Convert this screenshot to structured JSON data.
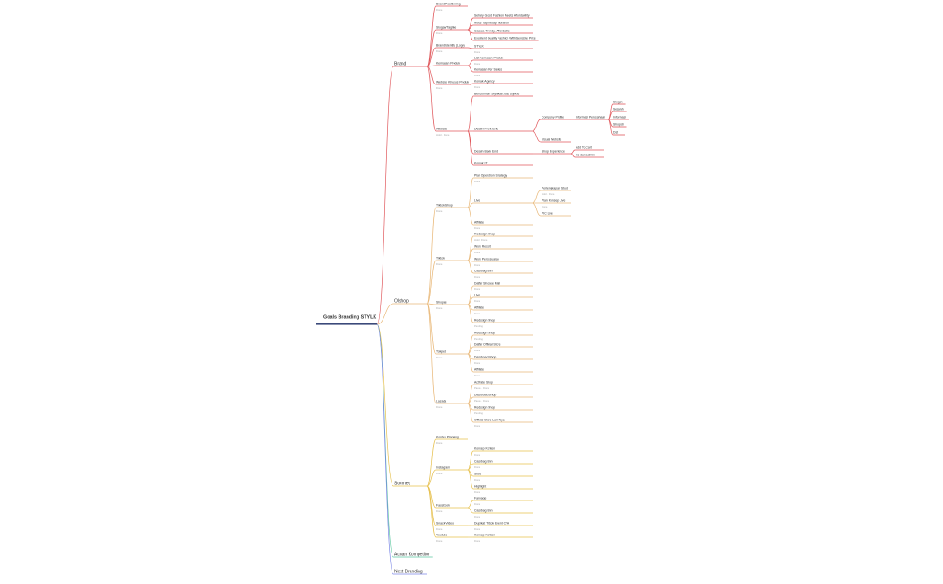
{
  "root": {
    "label": "Goals Branding STYLK"
  },
  "colors": {
    "brand": "#e0585c",
    "olshop": "#e9b97a",
    "socmed": "#e6c04e",
    "acuan": "#5ec9a0",
    "next": "#7b87e6",
    "root_bar": "#3b4a7a",
    "root_line": "#8fa0d8"
  },
  "branches": [
    {
      "id": "brand",
      "label": "Brand",
      "color": "#e0585c"
    },
    {
      "id": "olshop",
      "label": "Olshop",
      "color": "#e9b97a"
    },
    {
      "id": "socmed",
      "label": "Socmed",
      "color": "#e6c04e"
    },
    {
      "id": "acuan",
      "label": "Acuan Kompetitor",
      "color": "#5ec9a0"
    },
    {
      "id": "next",
      "label": "Next Branding",
      "color": "#7b87e6"
    }
  ],
  "nodes": [
    {
      "id": "b1",
      "branch": "brand",
      "parent": "brand",
      "label": "Brand Positioning",
      "sub": "Done"
    },
    {
      "id": "b2",
      "branch": "brand",
      "parent": "brand",
      "label": "Slogan/Tagline",
      "sub": "Done"
    },
    {
      "id": "b2a",
      "branch": "brand",
      "parent": "b2",
      "label": "Sehary Good Fashion Meets Affordability"
    },
    {
      "id": "b2b",
      "branch": "brand",
      "parent": "b2",
      "label": "Mode Tapi Tetap Murahan"
    },
    {
      "id": "b2c",
      "branch": "brand",
      "parent": "b2",
      "label": "Casual, Trendy, Affordable"
    },
    {
      "id": "b2d",
      "branch": "brand",
      "parent": "b2",
      "label": "Excellent Quality Fashion With Sensible Price"
    },
    {
      "id": "b3",
      "branch": "brand",
      "parent": "brand",
      "label": "Brand Identity (Logo)",
      "sub": "Done"
    },
    {
      "id": "b3a",
      "branch": "brand",
      "parent": "b3",
      "label": "STYLK",
      "sub": "Done"
    },
    {
      "id": "b4",
      "branch": "brand",
      "parent": "brand",
      "label": "Kemasan Produk",
      "sub": ""
    },
    {
      "id": "b4a",
      "branch": "brand",
      "parent": "b4",
      "label": "List Kemasan Produk",
      "sub": "Done"
    },
    {
      "id": "b4b",
      "branch": "brand",
      "parent": "b4",
      "label": "Kemasan Per Series",
      "sub": "Done"
    },
    {
      "id": "b5",
      "branch": "brand",
      "parent": "brand",
      "label": "Website Khusus Produk",
      "sub": "Done"
    },
    {
      "id": "b5a",
      "branch": "brand",
      "parent": "b5",
      "label": "Kontak Agency",
      "sub": "Done"
    },
    {
      "id": "b6",
      "branch": "brand",
      "parent": "brand",
      "label": "Website",
      "sub": "Hold · Done"
    },
    {
      "id": "b6a",
      "branch": "brand",
      "parent": "b6",
      "label": "Beli Domain Stylekah.id & stylk.id"
    },
    {
      "id": "b6b",
      "branch": "brand",
      "parent": "b6",
      "label": "Desain Front End"
    },
    {
      "id": "b6b1",
      "branch": "brand",
      "parent": "b6b",
      "label": "Company Profile"
    },
    {
      "id": "b6b1a",
      "branch": "brand",
      "parent": "b6b1",
      "label": "Informasi Perusahaan"
    },
    {
      "id": "b6b1a1",
      "branch": "brand",
      "parent": "b6b1a",
      "label": "Slogan"
    },
    {
      "id": "b6b1a2",
      "branch": "brand",
      "parent": "b6b1a",
      "label": "Sejarah"
    },
    {
      "id": "b6b1a3",
      "branch": "brand",
      "parent": "b6b1a",
      "label": "Informasi"
    },
    {
      "id": "b6b1a4",
      "branch": "brand",
      "parent": "b6b1a",
      "label": "Shop di"
    },
    {
      "id": "b6b1a5",
      "branch": "brand",
      "parent": "b6b1a",
      "label": "Dst"
    },
    {
      "id": "b6b2",
      "branch": "brand",
      "parent": "b6b",
      "label": "Visual Website"
    },
    {
      "id": "b6c",
      "branch": "brand",
      "parent": "b6",
      "label": "Desain Back End"
    },
    {
      "id": "b6c1",
      "branch": "brand",
      "parent": "b6c",
      "label": "Shop Experience"
    },
    {
      "id": "b6c1a",
      "branch": "brand",
      "parent": "b6c1",
      "label": "Add To Cart"
    },
    {
      "id": "b6c1b",
      "branch": "brand",
      "parent": "b6c1",
      "label": "Cs dan admin"
    },
    {
      "id": "b6d",
      "branch": "brand",
      "parent": "b6",
      "label": "Kontak IT"
    },
    {
      "id": "o1",
      "branch": "olshop",
      "parent": "olshop",
      "label": "Tiktok Shop",
      "sub": "Done"
    },
    {
      "id": "o1a",
      "branch": "olshop",
      "parent": "o1",
      "label": "Plan Operation Strategy",
      "sub": "Done"
    },
    {
      "id": "o1b",
      "branch": "olshop",
      "parent": "o1",
      "label": "Live"
    },
    {
      "id": "o1b1",
      "branch": "olshop",
      "parent": "o1b",
      "label": "Perlengkapan Studi",
      "sub": "Hold · Done"
    },
    {
      "id": "o1b2",
      "branch": "olshop",
      "parent": "o1b",
      "label": "Plan Konsep Live",
      "sub": "Done"
    },
    {
      "id": "o1b3",
      "branch": "olshop",
      "parent": "o1b",
      "label": "PIC Live"
    },
    {
      "id": "o1c",
      "branch": "olshop",
      "parent": "o1",
      "label": "Affiliate",
      "sub": "Done"
    },
    {
      "id": "o2",
      "branch": "olshop",
      "parent": "olshop",
      "label": "Tiktok",
      "sub": "Done"
    },
    {
      "id": "o2a",
      "branch": "olshop",
      "parent": "o2",
      "label": "Redesign Shop",
      "sub": "Hold · Done"
    },
    {
      "id": "o2b",
      "branch": "olshop",
      "parent": "o2",
      "label": "Work Resort",
      "sub": "Done"
    },
    {
      "id": "o2c",
      "branch": "olshop",
      "parent": "o2",
      "label": "Work Persesuaian",
      "sub": "Done"
    },
    {
      "id": "o2d",
      "branch": "olshop",
      "parent": "o2",
      "label": "Cashbag Bnn",
      "sub": "Done"
    },
    {
      "id": "o3",
      "branch": "olshop",
      "parent": "olshop",
      "label": "Shopee",
      "sub": "Done"
    },
    {
      "id": "o3a",
      "branch": "olshop",
      "parent": "o3",
      "label": "Daftar Shopee Mall",
      "sub": "Done"
    },
    {
      "id": "o3b",
      "branch": "olshop",
      "parent": "o3",
      "label": "Live",
      "sub": "Done"
    },
    {
      "id": "o3c",
      "branch": "olshop",
      "parent": "o3",
      "label": "Affiliate",
      "sub": "Done"
    },
    {
      "id": "o3d",
      "branch": "olshop",
      "parent": "o3",
      "label": "Redesign Shop",
      "sub": "Pending"
    },
    {
      "id": "o4",
      "branch": "olshop",
      "parent": "olshop",
      "label": "Tokped",
      "sub": "Done"
    },
    {
      "id": "o4a",
      "branch": "olshop",
      "parent": "o4",
      "label": "Redesign Shop",
      "sub": "Pending"
    },
    {
      "id": "o4b",
      "branch": "olshop",
      "parent": "o4",
      "label": "Daftar Official Store",
      "sub": "Done"
    },
    {
      "id": "o4c",
      "branch": "olshop",
      "parent": "o4",
      "label": "Dashboad Shop",
      "sub": "Done"
    },
    {
      "id": "o4d",
      "branch": "olshop",
      "parent": "o4",
      "label": "Affiliate",
      "sub": "Done"
    },
    {
      "id": "o5",
      "branch": "olshop",
      "parent": "olshop",
      "label": "Lazada",
      "sub": "Done"
    },
    {
      "id": "o5a",
      "branch": "olshop",
      "parent": "o5",
      "label": "Activate Shop",
      "sub": "Pause · Done"
    },
    {
      "id": "o5b",
      "branch": "olshop",
      "parent": "o5",
      "label": "Dashboad Shop",
      "sub": "Pause · Done"
    },
    {
      "id": "o5c",
      "branch": "olshop",
      "parent": "o5",
      "label": "Redesign Shop",
      "sub": "Pending"
    },
    {
      "id": "o5d",
      "branch": "olshop",
      "parent": "o5",
      "label": "Official Store Lain Nya",
      "sub": "Done"
    },
    {
      "id": "s1",
      "branch": "socmed",
      "parent": "socmed",
      "label": "Konten Planning",
      "sub": "Done"
    },
    {
      "id": "s2",
      "branch": "socmed",
      "parent": "socmed",
      "label": "Instagram",
      "sub": "Done"
    },
    {
      "id": "s2a",
      "branch": "socmed",
      "parent": "s2",
      "label": "Konsep Konten",
      "sub": "Done"
    },
    {
      "id": "s2b",
      "branch": "socmed",
      "parent": "s2",
      "label": "Cashbag Bnn",
      "sub": "Done"
    },
    {
      "id": "s2c",
      "branch": "socmed",
      "parent": "s2",
      "label": "Story",
      "sub": "Done"
    },
    {
      "id": "s2d",
      "branch": "socmed",
      "parent": "s2",
      "label": "Highlight",
      "sub": "Done"
    },
    {
      "id": "s3",
      "branch": "socmed",
      "parent": "socmed",
      "label": "Facebook",
      "sub": "Done"
    },
    {
      "id": "s3a",
      "branch": "socmed",
      "parent": "s3",
      "label": "Fanpage",
      "sub": "Done"
    },
    {
      "id": "s3b",
      "branch": "socmed",
      "parent": "s3",
      "label": "Cashbag Bnn",
      "sub": "Done"
    },
    {
      "id": "s4",
      "branch": "socmed",
      "parent": "socmed",
      "label": "Snack Video",
      "sub": "Done"
    },
    {
      "id": "s4a",
      "branch": "socmed",
      "parent": "s4",
      "label": "Duplikat Tiktok Event CTA",
      "sub": "Done"
    },
    {
      "id": "s5",
      "branch": "socmed",
      "parent": "socmed",
      "label": "Youtube",
      "sub": "Done"
    },
    {
      "id": "s5a",
      "branch": "socmed",
      "parent": "s5",
      "label": "Konsep Konten",
      "sub": "Done"
    }
  ]
}
